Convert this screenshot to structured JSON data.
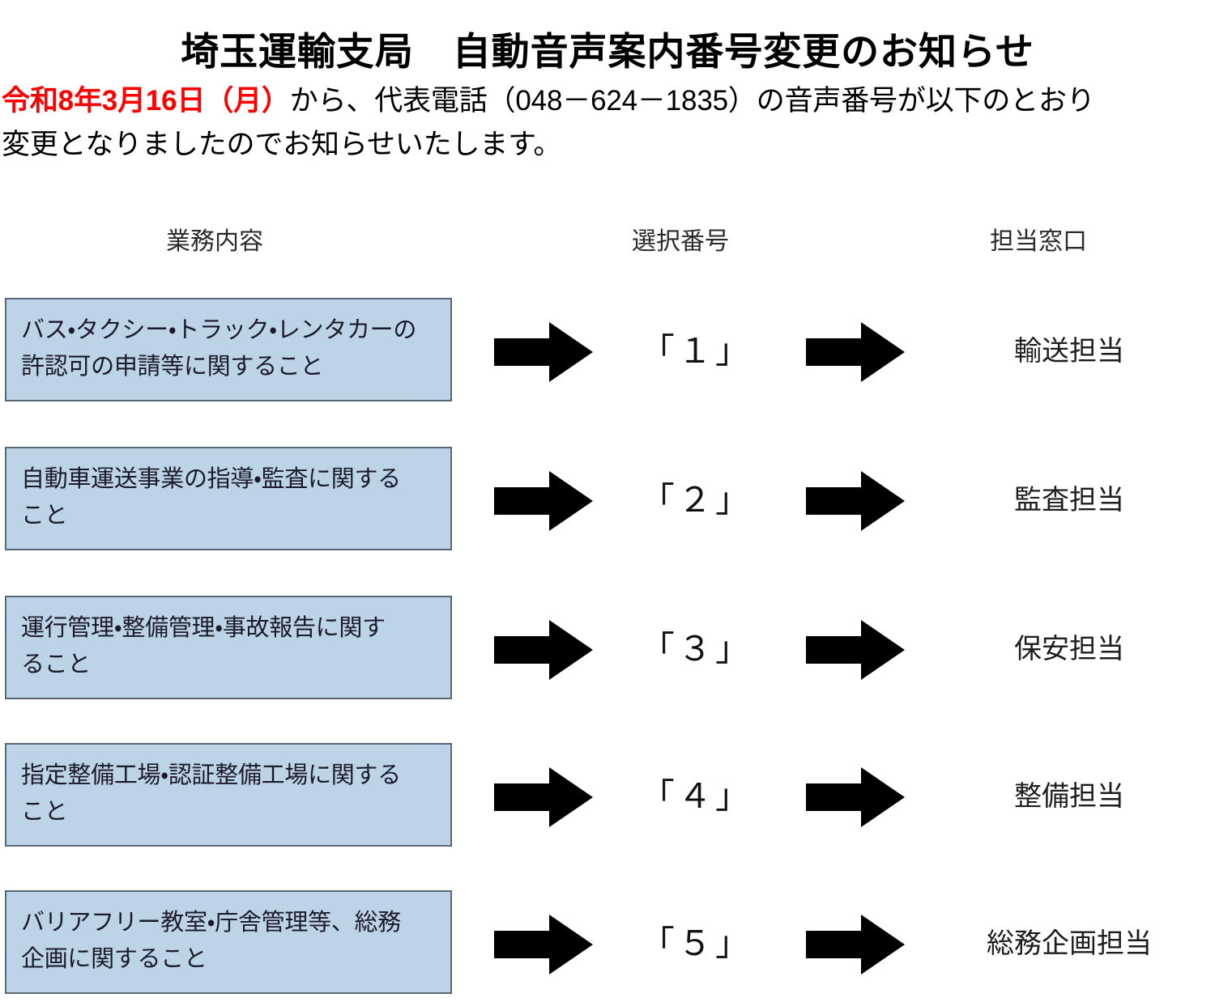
{
  "document": {
    "title": "埼玉運輸支局　自動音声案内番号変更のお知らせ",
    "intro": {
      "date_text": "令和8年3月16日（月）",
      "date_color": "#FF0000",
      "rest_line1": "から、代表電話（048－624－1835）の音声番号が以下のとおり",
      "line2": "変更となりましたのでお知らせいたします。",
      "phone_number": "048－624－1835"
    }
  },
  "diagram": {
    "headers": {
      "work": "業務内容",
      "number": "選択番号",
      "window": "担当窓口"
    },
    "box_fill_color": "#BDD3E8",
    "box_border_color": "#596673",
    "arrow_color": "#000000",
    "rows": [
      {
        "work_line1": "バス・タクシー・トラック・レンタカーの",
        "work_line2": "許認可の申請等に関すること",
        "number": "「１」",
        "window": "輸送担当"
      },
      {
        "work_line1": "自動車運送事業の指導・監査に関する",
        "work_line2": "こと",
        "number": "「２」",
        "window": "監査担当"
      },
      {
        "work_line1": "運行管理・整備管理・事故報告に関す",
        "work_line2": "ること",
        "number": "「３」",
        "window": "保安担当"
      },
      {
        "work_line1": "指定整備工場・認証整備工場に関する",
        "work_line2": "こと",
        "number": "「４」",
        "window": "整備担当"
      },
      {
        "work_line1": "バリアフリー教室・庁舎管理等、総務",
        "work_line2": "企画に関すること",
        "number": "「５」",
        "window": "総務企画担当"
      }
    ]
  }
}
